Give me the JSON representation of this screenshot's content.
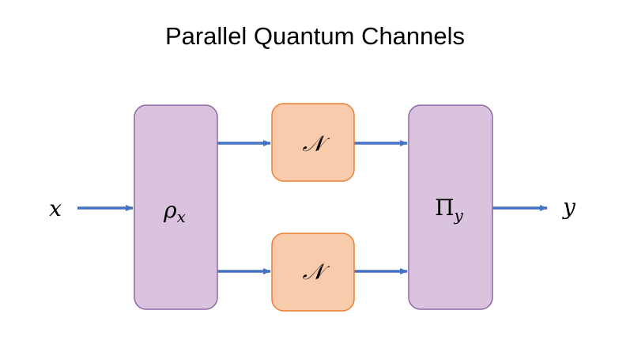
{
  "title": "Parallel Quantum Channels",
  "colors": {
    "arrow": "#4472C4",
    "state_box_fill": "#D9C3DF",
    "state_box_stroke": "#8E67A0",
    "channel_fill": "#F8CBAD",
    "channel_stroke": "#ED7D31"
  },
  "nodes": {
    "input_label": "x",
    "state_prep": {
      "symbol": "ρ",
      "subscript": "x"
    },
    "channel_top": "𝒩",
    "channel_bottom": "𝒩",
    "measurement": {
      "symbol": "Π",
      "subscript": "y"
    },
    "output_label": "y"
  }
}
